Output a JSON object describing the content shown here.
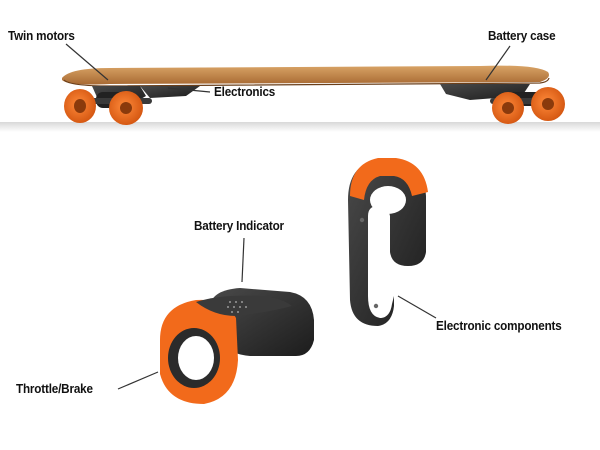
{
  "labels": {
    "twin_motors": "Twin motors",
    "battery_case": "Battery case",
    "electronics": "Electronics",
    "battery_indicator": "Battery Indicator",
    "electronic_components": "Electronic components",
    "throttle_brake": "Throttle/Brake"
  },
  "colors": {
    "accent_orange": "#f26a1b",
    "deck_wood": "#c98d4e",
    "body_dark": "#2b2b2b",
    "leader_line": "#333333"
  }
}
